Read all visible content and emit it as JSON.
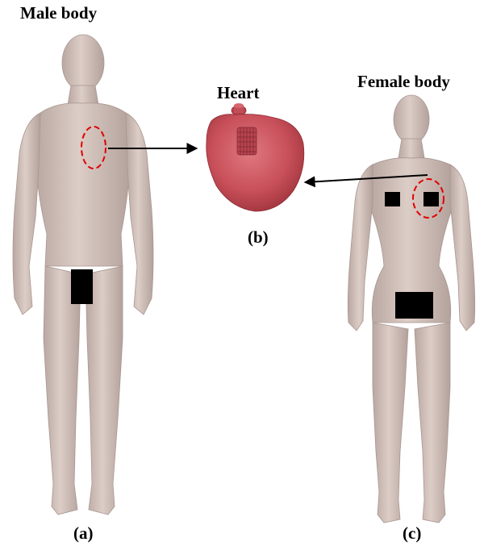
{
  "labels": {
    "male": "Male body",
    "heart": "Heart",
    "female": "Female body",
    "panel_a": "(a)",
    "panel_b": "(b)",
    "panel_c": "(c)"
  },
  "colors": {
    "skin": "#cdbcb6",
    "skin_shadow": "#a89690",
    "heart": "#c8505a",
    "heart_dark": "#a3353f",
    "marker": "#e00000",
    "arrow": "#000000",
    "censor": "#000000"
  }
}
